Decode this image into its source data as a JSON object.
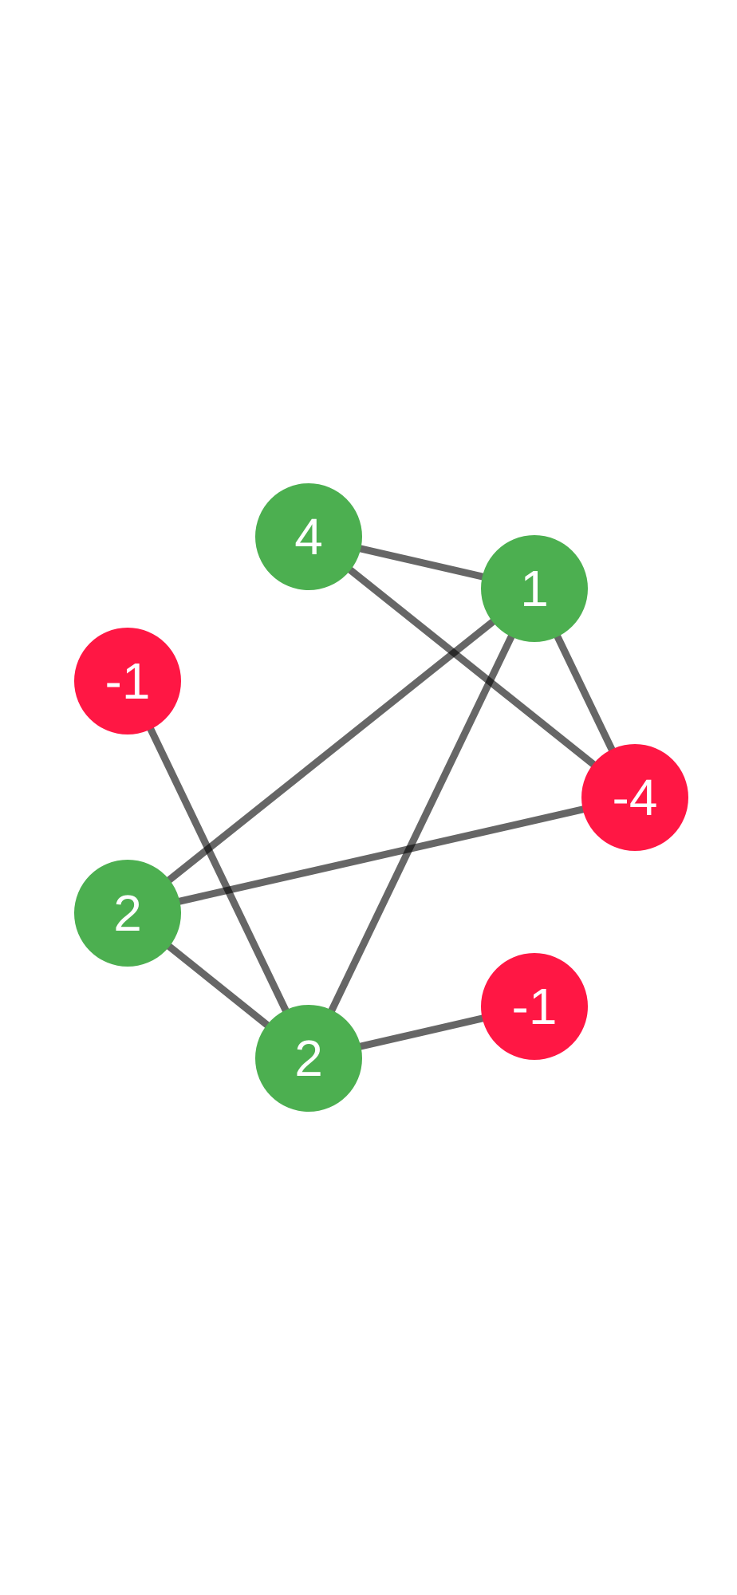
{
  "graph": {
    "colors": {
      "positive": "#4caf50",
      "negative": "#ff1744",
      "edge": "#000000",
      "label": "#ffffff"
    },
    "nodes": [
      {
        "id": "n0",
        "label": "4",
        "sign": "positive"
      },
      {
        "id": "n1",
        "label": "1",
        "sign": "positive"
      },
      {
        "id": "n2",
        "label": "-1",
        "sign": "negative"
      },
      {
        "id": "n3",
        "label": "-4",
        "sign": "negative"
      },
      {
        "id": "n4",
        "label": "2",
        "sign": "positive"
      },
      {
        "id": "n5",
        "label": "-1",
        "sign": "negative"
      },
      {
        "id": "n6",
        "label": "2",
        "sign": "positive"
      }
    ],
    "edges": [
      {
        "from": "n0",
        "to": "n1"
      },
      {
        "from": "n0",
        "to": "n3"
      },
      {
        "from": "n1",
        "to": "n3"
      },
      {
        "from": "n1",
        "to": "n4"
      },
      {
        "from": "n1",
        "to": "n6"
      },
      {
        "from": "n2",
        "to": "n6"
      },
      {
        "from": "n4",
        "to": "n3"
      },
      {
        "from": "n4",
        "to": "n6"
      },
      {
        "from": "n6",
        "to": "n5"
      }
    ]
  }
}
